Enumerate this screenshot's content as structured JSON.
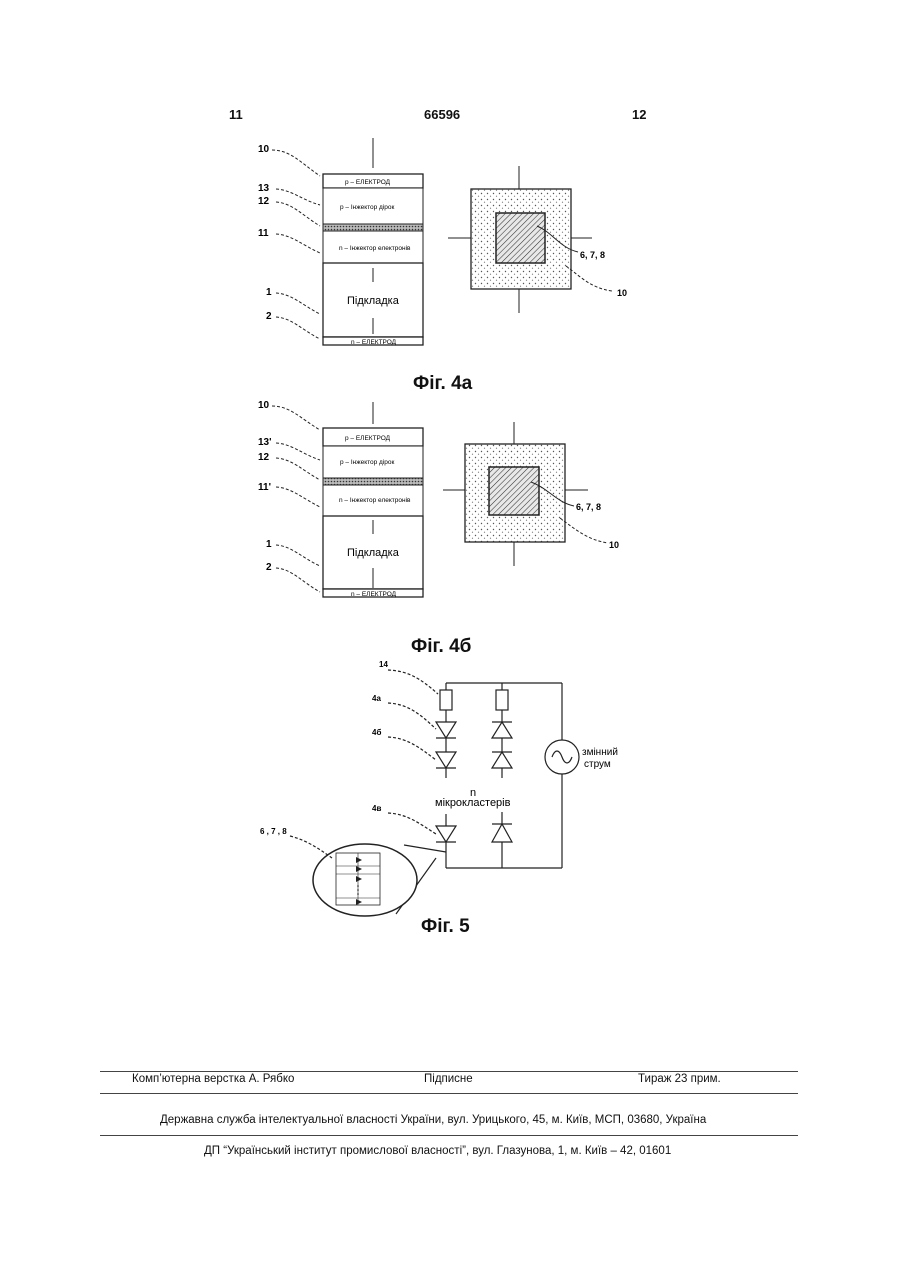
{
  "header": {
    "left_page": "11",
    "patent_number": "66596",
    "right_page": "12"
  },
  "fig4a": {
    "caption": "Фіг. 4а",
    "layers": {
      "p_electrode": "p – ЕЛЕКТРОД",
      "hole_injector": "p –       Інжектор дірок",
      "electron_injector": "n – Інжектор електронів",
      "substrate": "Підкладка",
      "n_electrode": "n – ЕЛЕКТРОД"
    },
    "refs": {
      "r10": "10",
      "r13": "13",
      "r12": "12",
      "r11": "11",
      "r1": "1",
      "r2": "2",
      "r678": "6, 7, 8",
      "r10b": "10"
    }
  },
  "fig4b": {
    "caption": "Фіг. 4б",
    "layers": {
      "p_electrode": "p – ЕЛЕКТРОД",
      "hole_injector": "p –       Інжектор дірок",
      "electron_injector": "n – Інжектор електронів",
      "substrate": "Підкладка",
      "n_electrode": "n – ЕЛЕКТРОД"
    },
    "refs": {
      "r10": "10",
      "r13": "13'",
      "r12": "12",
      "r11": "11'",
      "r1": "1",
      "r2": "2",
      "r678": "6, 7, 8",
      "r10b": "10"
    }
  },
  "fig5": {
    "caption": "Фіг. 5",
    "refs": {
      "r14": "14",
      "r4a": "4а",
      "r4b": "4б",
      "r4v": "4в",
      "r678": "6 , 7 , 8"
    },
    "n_label": "n",
    "micro_label": "мікрокластерів",
    "ac_label_1": "змінний",
    "ac_label_2": "струм"
  },
  "footer": {
    "layout_by": "Комп’ютерна верстка А. Рябко",
    "signed": "Підписне",
    "circulation": "Тираж 23 прим.",
    "agency": "Державна служба інтелектуальної власності України, вул. Урицького, 45, м. Київ, МСП, 03680, Україна",
    "institute": "ДП “Український інститут промислової власності”, вул. Глазунова, 1, м. Київ – 42, 01601"
  }
}
